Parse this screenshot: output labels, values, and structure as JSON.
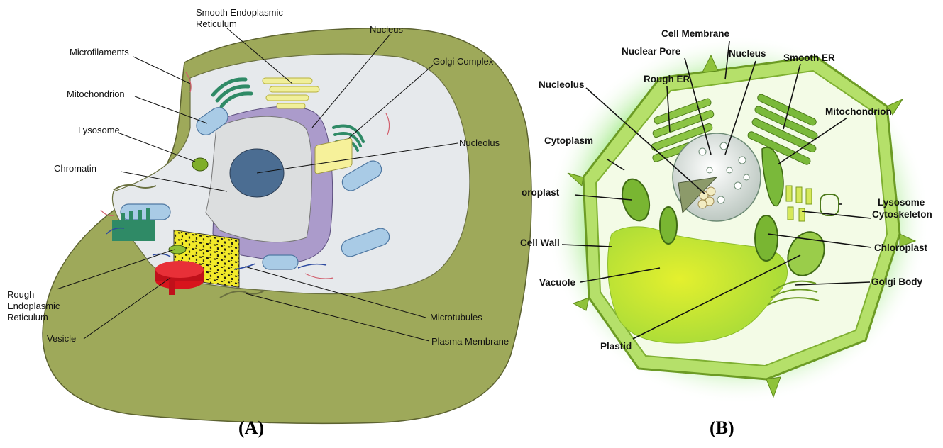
{
  "panel_a": {
    "caption": "(A)",
    "labels": {
      "smooth_er": [
        "Smooth Endoplasmic",
        "Reticulum"
      ],
      "nucleus": "Nucleus",
      "golgi_complex": "Golgi Complex",
      "microfilaments": "Microfilaments",
      "mitochondrion": "Mitochondrion",
      "lysosome": "Lysosome",
      "nucleolus": "Nucleolus",
      "chromatin": "Chromatin",
      "rough_er": [
        "Rough",
        "Endoplasmic",
        "Reticulum"
      ],
      "vesicle": "Vesicle",
      "microtubules": "Microtubules",
      "plasma_membrane": "Plasma Membrane"
    },
    "colors": {
      "cytoplasm_outer": "#9ea95a",
      "cytoplasm_inner": "#e6e9ec",
      "nucleus_envelope": "#ab9bcb",
      "golgi": "#2f8a66",
      "smooth_er": "#f0ef9a",
      "mitochondrion": "#a9cbe6",
      "vesicle": "#d8141c",
      "rough_er": "#f2ea2a"
    }
  },
  "panel_b": {
    "caption": "(B)",
    "labels": {
      "cell_membrane": "Cell Membrane",
      "nuclear_pore": "Nuclear Pore",
      "nucleus": "Nucleus",
      "smooth_er": "Smooth ER",
      "rough_er": "Rough ER",
      "nucleolus": "Nucleolus",
      "mitochondrion": "Mitochondrion",
      "cytoplasm": "Cytoplasm",
      "chloroplast_left": "oroplast",
      "lysosome": "Lysosome",
      "cytoskeleton": "Cytoskeleton",
      "cell_wall": "Cell Wall",
      "chloroplast": "Chloroplast",
      "vacuole": "Vacuole",
      "golgi_body": "Golgi Body",
      "plastid": "Plastid"
    },
    "colors": {
      "glow": "#5fd64a",
      "wall": "#9ccc3c",
      "vacuole": "#c9e82a",
      "organelle": "#7ab93a",
      "nucleus": "#e6ebe8"
    }
  }
}
